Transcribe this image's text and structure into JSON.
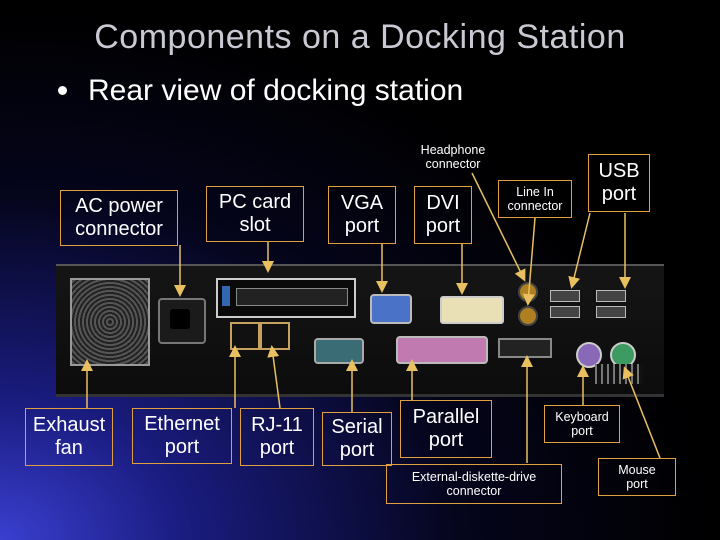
{
  "title": "Components on a Docking Station",
  "bullet": "Rear view of docking station",
  "labels": {
    "ac_power": "AC power\nconnector",
    "pc_card": "PC card\nslot",
    "vga": "VGA\nport",
    "dvi": "DVI\nport",
    "headphone": "Headphone\nconnector",
    "line_in": "Line In\nconnector",
    "usb": "USB\nport",
    "exhaust_fan": "Exhaust\nfan",
    "ethernet": "Ethernet\nport",
    "rj11": "RJ-11\nport",
    "serial": "Serial\nport",
    "parallel": "Parallel\nport",
    "keyboard": "Keyboard\nport",
    "diskette": "External-diskette-drive\nconnector",
    "mouse": "Mouse\nport"
  },
  "colors": {
    "label_border": "#e0a040",
    "arrow": "#e8c060",
    "title": "#c9c9d3"
  }
}
